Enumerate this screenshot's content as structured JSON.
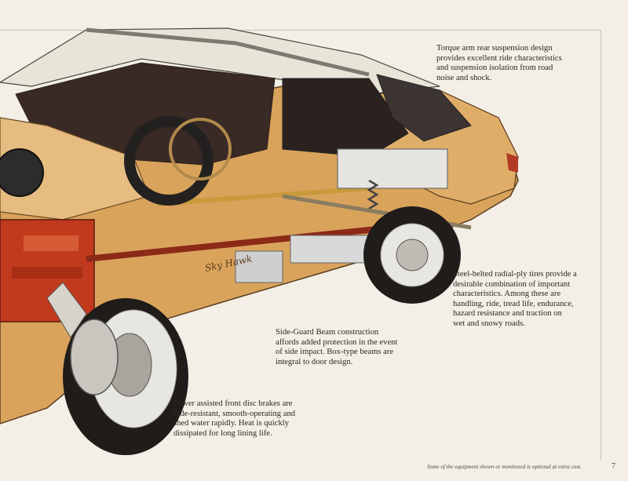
{
  "captions": {
    "torque_arm": "Torque arm rear suspension design\nprovides excellent ride characteristics\nand suspension isolation from road\nnoise and shock.",
    "tires": "Steel-belted radial-ply tires provide a\ndesirable combination of important\ncharacteristics. Among these are\nhandling, ride, tread life, endurance,\nhazard resistance and traction on\nwet and snowy roads.",
    "side_guard": "Side-Guard Beam construction\naffords added protection in the event\nof side impact. Box-type beams are\nintegral to door design.",
    "brakes": "Power assisted front disc brakes are\nfade-resistant, smooth-operating and\nshed water rapidly. Heat is quickly\ndissipated for long lining life."
  },
  "footnote": "Some of the equipment shown or mentioned is optional at extra cost.",
  "page_number": "7",
  "colors": {
    "paper": "#f3efe6",
    "body_paint": "#d9a35c",
    "engine_red": "#c23a1e",
    "tire_black": "#1f1c1a"
  }
}
